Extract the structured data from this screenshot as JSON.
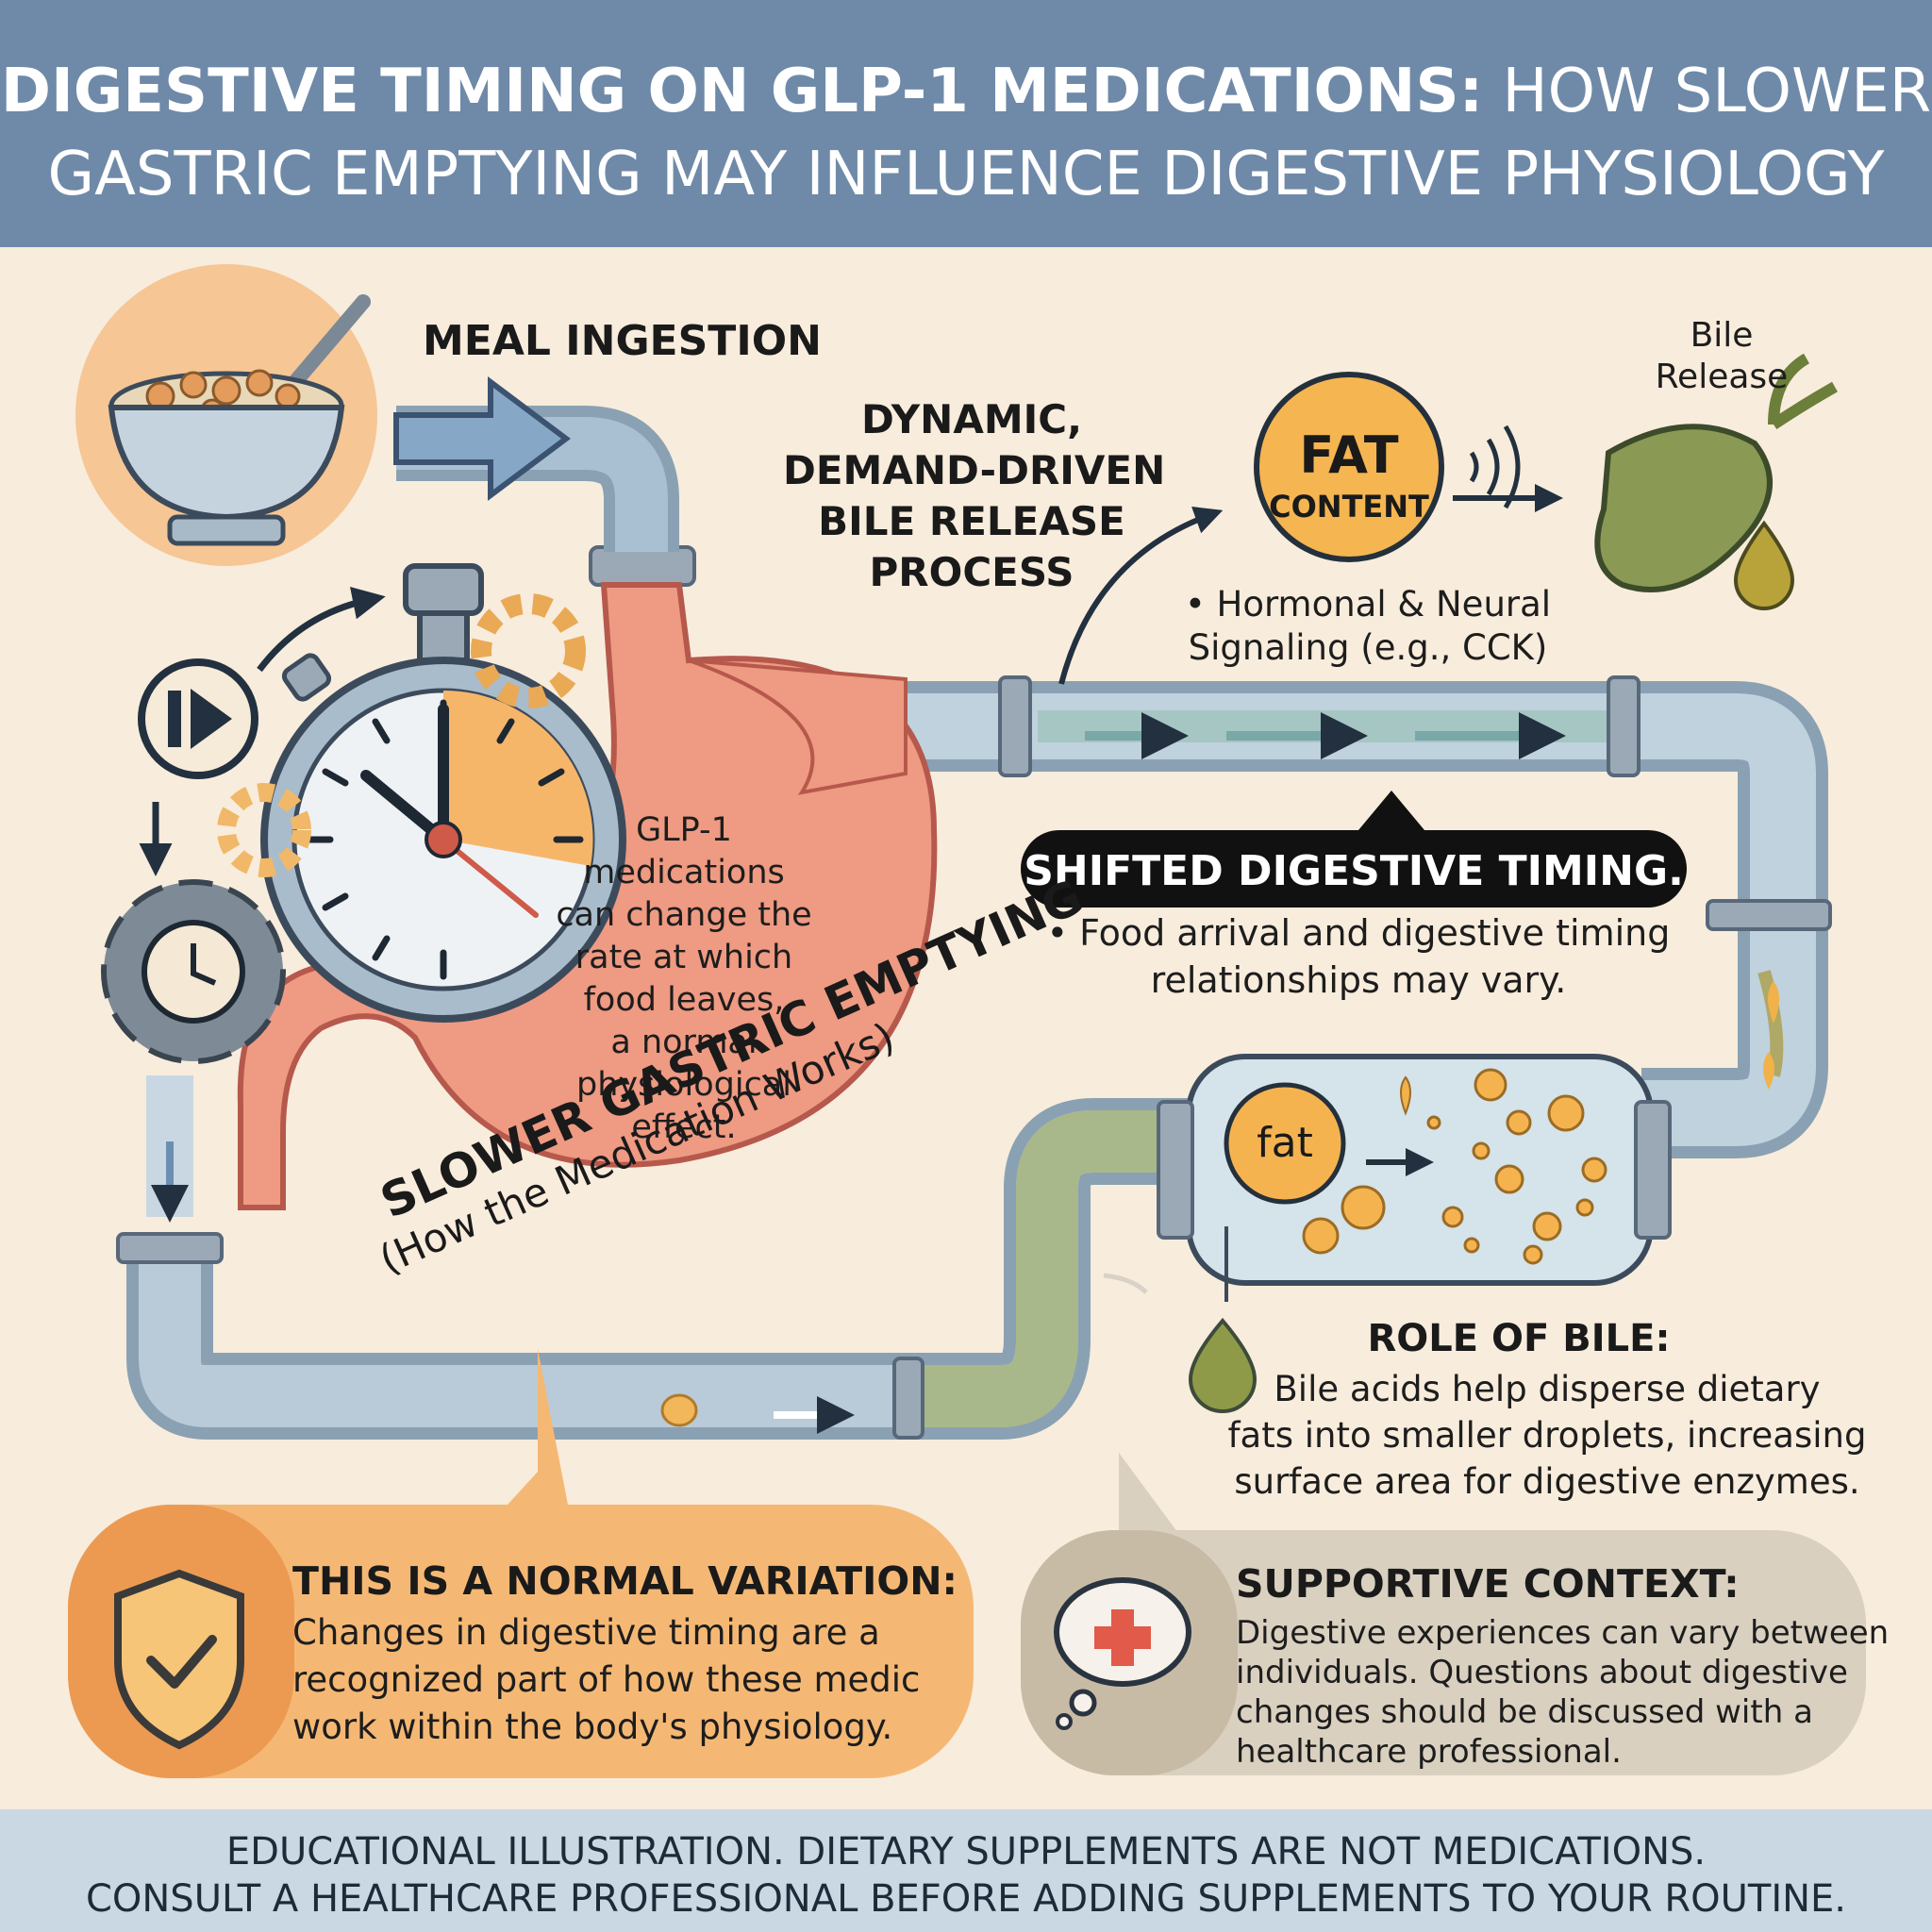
{
  "header": {
    "title_bold": "DIGESTIVE TIMING ON GLP-1 MEDICATIONS:",
    "title_rest_1": " HOW SLOWER",
    "title_line_2": "GASTRIC EMPTYING MAY INFLUENCE DIGESTIVE PHYSIOLOGY"
  },
  "meal": {
    "label": "MEAL INGESTION"
  },
  "bile_process": {
    "lines": [
      "DYNAMIC,",
      "DEMAND-DRIVEN",
      "BILE RELEASE",
      "PROCESS"
    ]
  },
  "fat_content": {
    "line1": "FAT",
    "line2": "CONTENT"
  },
  "bile_release": {
    "line1": "Bile",
    "line2": "Release"
  },
  "signaling": {
    "line1": "• Hormonal & Neural",
    "line2": "Signaling (e.g., CCK)"
  },
  "stomach_note": {
    "lines": [
      "GLP-1",
      "medications",
      "can change the",
      "rate at which",
      "food leaves,",
      "a normal",
      "physiological",
      "effect."
    ]
  },
  "shifted": {
    "title": "SHIFTED DIGESTIVE TIMING.",
    "line1": "• Food arrival and digestive timing",
    "line2": "relationships may vary."
  },
  "slower": {
    "title": "SLOWER GASTRIC EMPTYING",
    "subtitle": "(How the Medication Works)"
  },
  "fat_label": "fat",
  "role_of_bile": {
    "title": "ROLE OF BILE:",
    "lines": [
      "Bile acids help disperse dietary",
      "fats into smaller droplets, increasing",
      "surface area for digestive enzymes."
    ]
  },
  "normal_variation": {
    "title": "THIS IS A NORMAL VARIATION:",
    "lines": [
      "Changes in digestive timing are a",
      "recognized part of how these medic",
      "work within the body's physiology."
    ]
  },
  "supportive": {
    "title": "SUPPORTIVE CONTEXT:",
    "lines": [
      "Digestive experiences can vary between",
      "individuals. Questions about digestive",
      "changes should be discussed with a",
      "healthcare professional."
    ]
  },
  "footer": {
    "line1": "EDUCATIONAL ILLUSTRATION. DIETARY SUPPLEMENTS ARE NOT MEDICATIONS.",
    "line2": "CONSULT A HEALTHCARE PROFESSIONAL BEFORE ADDING SUPPLEMENTS TO YOUR ROUTINE."
  },
  "colors": {
    "header_bg": "#6f8aa8",
    "page_bg": "#f8ecdc",
    "footer_bg": "#c9d8e3",
    "accent_orange": "#f4a95a",
    "stomach": "#ec8c78",
    "pipe": "#a9bfcf",
    "bile_green": "#8c9b5a"
  },
  "icons": [
    "cereal-bowl-icon",
    "stopwatch-icon",
    "play-pause-icon",
    "gear-clock-icon",
    "gear-icon",
    "gallbladder-icon",
    "shield-check-icon",
    "thought-cloud-medical-icon",
    "signal-waves-icon"
  ]
}
